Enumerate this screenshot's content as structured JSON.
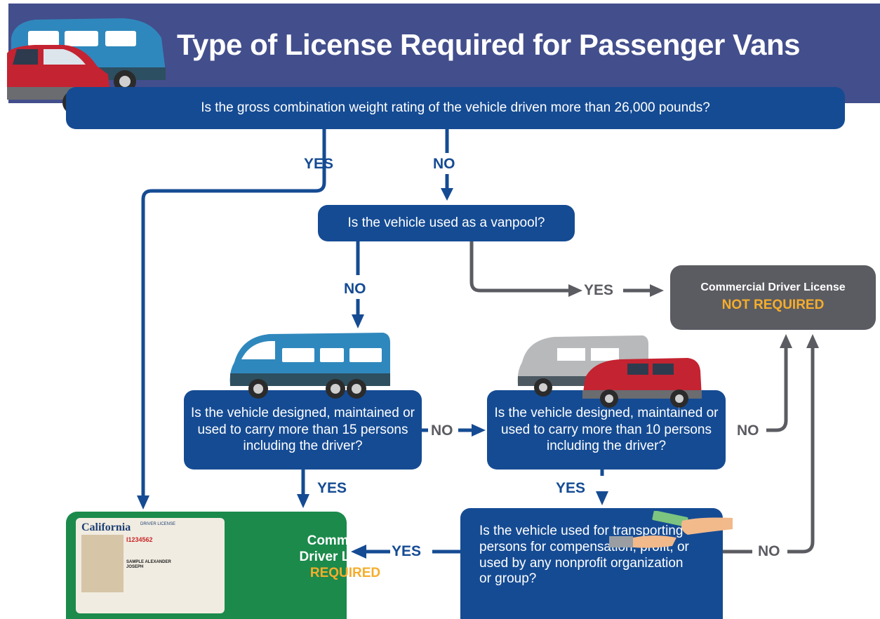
{
  "title": "Type of License Required for Passenger Vans",
  "questions": {
    "q1": "Is the gross combination weight rating of the vehicle driven more than 26,000 pounds?",
    "q2": "Is the vehicle used as a vanpool?",
    "q3": "Is the vehicle designed, maintained or used to carry more than 15 persons including the driver?",
    "q4": "Is the vehicle designed, maintained or used to carry more than 10 persons including the driver?",
    "q5": "Is the vehicle used for transporting persons for compensation, profit, or used by any nonprofit organization or group?"
  },
  "outcomes": {
    "not_required_line1": "Commercial Driver License",
    "not_required_line2": "NOT REQUIRED",
    "required_line1": "Commercial",
    "required_line2": "Driver License",
    "required_line3": "REQUIRED"
  },
  "labels": {
    "yes": "YES",
    "no": "NO"
  },
  "license_card": {
    "state": "California",
    "doc_type": "DRIVER LICENSE",
    "number": "I1234562",
    "name": "SAMPLE ALEXANDER JOSEPH"
  },
  "colors": {
    "banner": "#434e8c",
    "question_box": "#154b93",
    "not_required_box": "#5b5c62",
    "required_box": "#1b8a4b",
    "highlight": "#f6ad2b"
  }
}
